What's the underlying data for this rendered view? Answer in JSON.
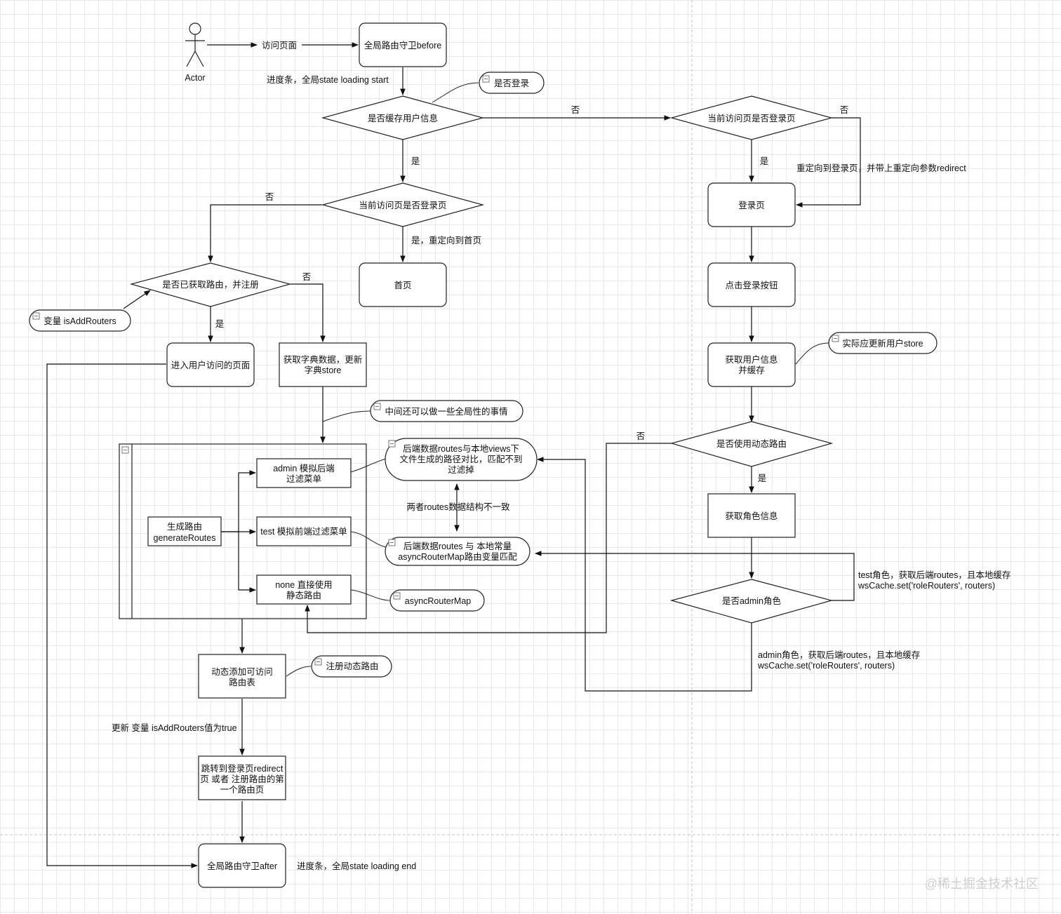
{
  "actor": {
    "label": "Actor"
  },
  "nodes": {
    "visit_page": "访问页面",
    "global_before": "全局路由守卫before",
    "is_logged_in_note": "是否登录",
    "cached_user_info": "是否缓存用户信息",
    "current_is_login_right": "当前访问页是否登录页",
    "current_is_login_left": "当前访问页是否登录页",
    "home": "首页",
    "login_page": "登录页",
    "click_login": "点击登录按钮",
    "get_user_info": [
      "获取用户信息",
      "并缓存"
    ],
    "update_user_store_note": "实际应更新用户store",
    "use_dynamic_routes": "是否使用动态路由",
    "get_role_info": "获取角色信息",
    "is_admin_role": "是否admin角色",
    "routes_registered": "是否已获取路由，并注册",
    "is_add_routers_note": "变量 isAddRouters",
    "enter_user_page": "进入用户访问的页面",
    "fetch_dict": [
      "获取字典数据，更新",
      "字典store"
    ],
    "global_things_note": "中间还可以做一些全局性的事情",
    "generate_routes": [
      "生成路由",
      "generateRoutes"
    ],
    "admin_filter": [
      "admin 模拟后端",
      "过滤菜单"
    ],
    "test_filter": "test 模拟前端过滤菜单",
    "none_static": [
      "none 直接使用",
      "静态路由"
    ],
    "backend_compare_note": [
      "后端数据routes与本地views下",
      "文件生成的路径对比，匹配不到",
      "过滤掉"
    ],
    "backend_match_note": [
      "后端数据routes 与 本地常量",
      "asyncRouterMap路由变量匹配"
    ],
    "async_router_map_note": "asyncRouterMap",
    "add_routes": [
      "动态添加可访问",
      "路由表"
    ],
    "register_dynamic_note": "注册动态路由",
    "redirect_first": [
      "跳转到登录页redirect",
      "页 或者 注册路由的第",
      "一个路由页"
    ],
    "global_after": "全局路由守卫after"
  },
  "edge_labels": {
    "progress_start": "进度条，全局state loading start",
    "no_1": "否",
    "no_2": "否",
    "no_3": "否",
    "no_4": "否",
    "no_5": "否",
    "yes_1": "是",
    "yes_2": "是",
    "yes_3": "是",
    "yes_4": "是",
    "yes_redirect_home": "是，重定向到首页",
    "redirect_login": "重定向到登录页，并带上重定向参数redirect",
    "structure_diff": "两者routes数据结构不一致",
    "test_role": [
      "test角色，获取后端routes，且本地缓存",
      "wsCache.set('roleRouters', routers)"
    ],
    "admin_role": [
      "admin角色，获取后端routes，且本地缓存",
      "wsCache.set('roleRouters', routers)"
    ],
    "update_var": "更新 变量 isAddRouters值为true",
    "progress_end": "进度条，全局state loading end"
  },
  "watermark": "@稀土掘金技术社区"
}
